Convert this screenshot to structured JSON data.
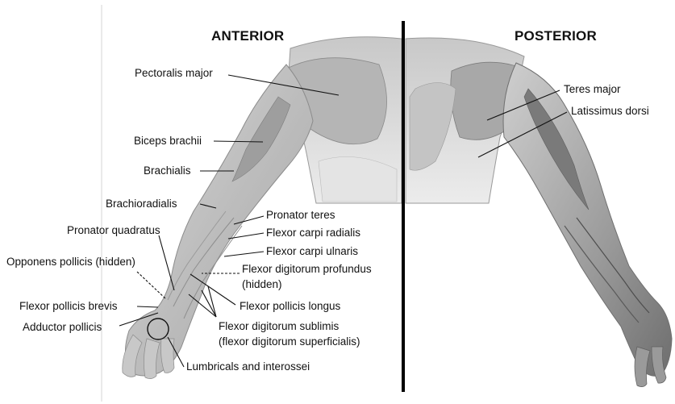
{
  "headings": {
    "anterior": "ANTERIOR",
    "posterior": "POSTERIOR"
  },
  "labels": {
    "pectoralis_major": "Pectoralis major",
    "biceps_brachii": "Biceps brachii",
    "brachialis": "Brachialis",
    "brachioradialis": "Brachioradialis",
    "pronator_teres": "Pronator teres",
    "pronator_quadratus": "Pronator quadratus",
    "flexor_carpi_radialis": "Flexor carpi radialis",
    "flexor_carpi_ulnaris": "Flexor carpi ulnaris",
    "opponens_pollicis": "Opponens pollicis (hidden)",
    "flexor_digitorum_profundus_1": "Flexor digitorum profundus",
    "flexor_digitorum_profundus_2": "(hidden)",
    "flexor_pollicis_brevis": "Flexor pollicis brevis",
    "flexor_pollicis_longus": "Flexor pollicis longus",
    "adductor_pollicis": "Adductor pollicis",
    "flexor_digitorum_sublimis_1": "Flexor digitorum sublimis",
    "flexor_digitorum_sublimis_2": "(flexor digitorum superficialis)",
    "lumbricals": "Lumbricals and interossei",
    "teres_major": "Teres major",
    "latissimus_dorsi": "Latissimus dorsi"
  }
}
